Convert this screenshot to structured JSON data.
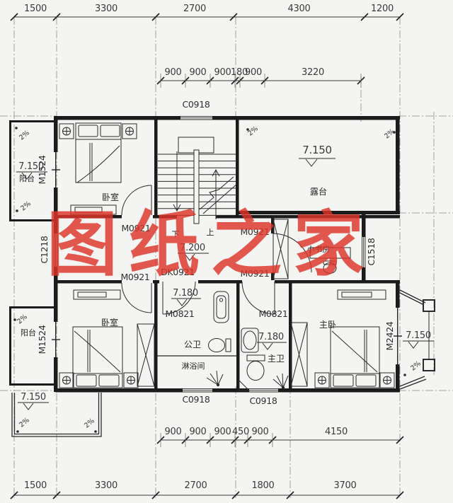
{
  "watermark": "图纸之家",
  "dims": {
    "top_outer": [
      "1500",
      "3300",
      "2700",
      "4300",
      "1200"
    ],
    "top_inner": [
      "900",
      "900",
      "900",
      "180",
      "900",
      "3220"
    ],
    "bottom_inner": [
      "900",
      "900",
      "900",
      "450",
      "900",
      "4150"
    ],
    "bottom_outer": [
      "1500",
      "3300",
      "2700",
      "1800",
      "3700"
    ]
  },
  "codes": {
    "c0918_top": "C0918",
    "c0918_bl": "C0918",
    "c0918_br": "C0918",
    "c1218": "C1218",
    "c1518": "C1518",
    "m1524_t": "M1524",
    "m1524_b": "M1524",
    "m2424": "M2424",
    "m0921_tl": "M0921",
    "m0921_tr": "M0921",
    "m0921_bl": "M0921",
    "m0921_br": "M0921",
    "dk0921": "DK0921",
    "m0821_l": "M0821",
    "m0821_r": "M0821"
  },
  "rooms": {
    "bedroom_top": "卧室",
    "bedroom_bottom": "卧室",
    "master_bedroom": "主卧",
    "study": "小书房",
    "terrace": "露台",
    "balcony_top": "阳台",
    "balcony_bottom": "阳台",
    "public_wc": "公卫",
    "shower_room": "淋浴间",
    "master_wc": "主卫",
    "stair_down": "下",
    "stair_up": "上"
  },
  "elevations": {
    "balcony_top": "7.150",
    "terrace": "7.150",
    "corridor": "7.200",
    "hall": "7.180",
    "master_wc": "7.180",
    "roof_left": "7.150",
    "balcony_right": "7.150"
  },
  "slopes": [
    "2%",
    "2%",
    "2%",
    "2%",
    "2%",
    "2%",
    "2%",
    "2%"
  ],
  "colors": {
    "line": "#242424",
    "paper": "#f4f4f2",
    "watermark": "#de3428"
  }
}
